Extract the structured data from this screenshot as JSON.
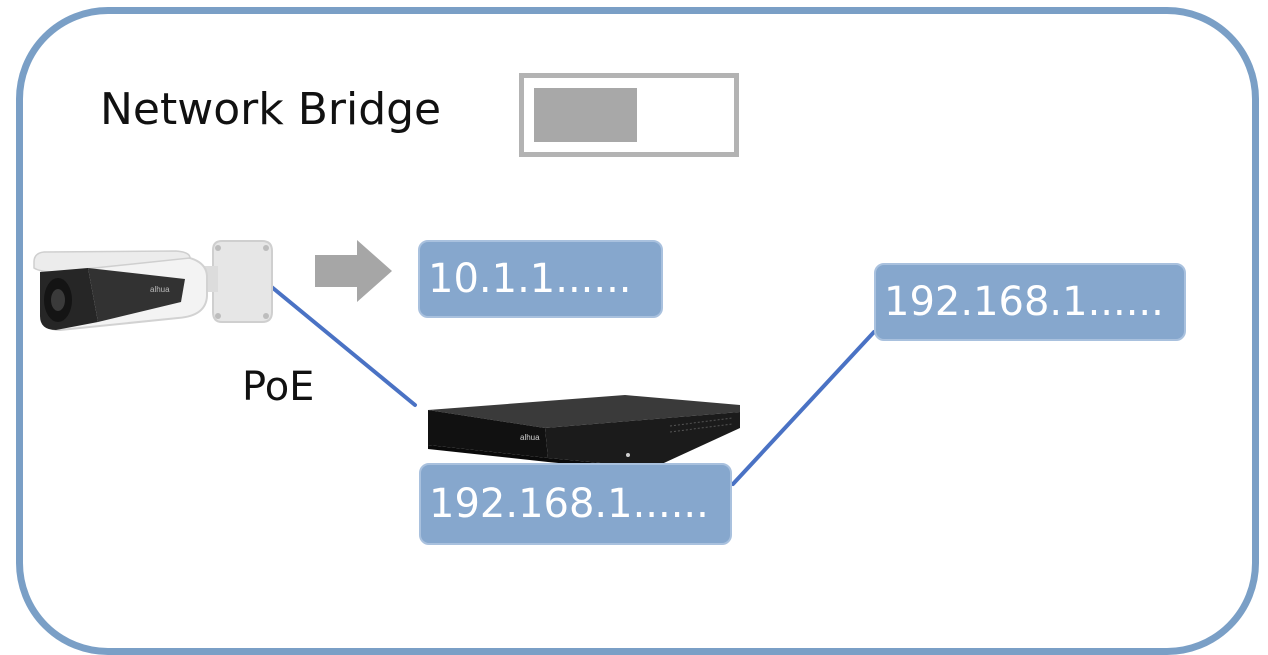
{
  "diagram": {
    "title": "Network Bridge",
    "toggle": {
      "state": "off"
    },
    "poe_label": "PoE",
    "addresses": {
      "camera": "10.1.1......",
      "nvr": "192.168.1......",
      "remote": "192.168.1......"
    },
    "colors": {
      "frame_border": "#7a9fc6",
      "address_box": "#86a7cd",
      "link_line": "#4a72c4",
      "arrow": "#a6a6a6",
      "toggle_border": "#b3b3b3",
      "toggle_knob": "#a8a8a8"
    },
    "icons": {
      "camera": "bullet-camera-icon",
      "nvr": "nvr-recorder-icon",
      "arrow": "right-arrow-icon"
    }
  }
}
